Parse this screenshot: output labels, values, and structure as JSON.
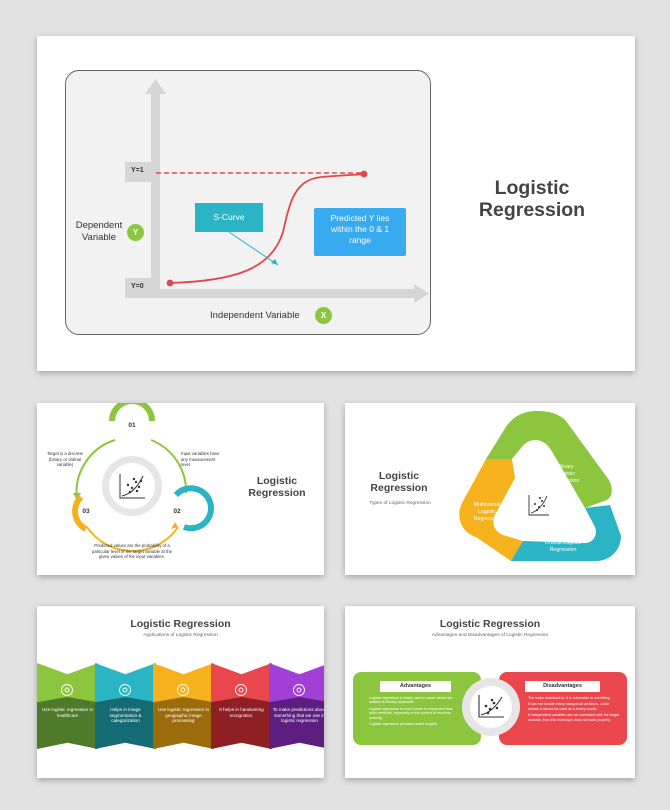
{
  "slide1": {
    "title": "Logistic Regression",
    "y_top": "Y=1",
    "y_bottom": "Y=0",
    "dependent": "Dependent Variable",
    "y_badge": "Y",
    "independent": "Independent Variable",
    "x_badge": "X",
    "s_curve": "S-Curve",
    "predicted": "Predicted Y lies within the 0 & 1 range",
    "colors": {
      "accent_red": "#e0474c",
      "teal": "#2bb5c4",
      "blue": "#37aaf0",
      "green": "#8cc63f"
    }
  },
  "slide2": {
    "title": "Logistic Regression",
    "step1": "01",
    "step2": "02",
    "step3": "03",
    "note_left": "Target is a discrete (binary or ordinal variable)",
    "note_right": "Input variables have any measurement level",
    "note_bottom": "Predicted values are the probability of a particular level of the target variable at the given values of the input variables."
  },
  "slide3": {
    "title": "Logistic Regression",
    "subtitle": "Types of Logistic Regression",
    "binary": "Binary Logistic Regression",
    "multinomial": "Multinomial Logistic Regression",
    "ordinal": "Ordinal Logistic Regression"
  },
  "slide4": {
    "title": "Logistic Regression",
    "subtitle": "Applications of Logistic Regression",
    "items": [
      {
        "text": "Use logistic regression in healthcare",
        "color": "#8cc63f",
        "dark": "#4e7a2a",
        "icon": "healthcare-icon"
      },
      {
        "text": "Helps in image segmentation & categorization",
        "color": "#2bb5c4",
        "dark": "#156b73",
        "icon": "image-icon"
      },
      {
        "text": "Use logistic regression in geographic image processing",
        "color": "#f6b21d",
        "dark": "#9a6c0c",
        "icon": "geographic-icon"
      },
      {
        "text": "It helps in handwriting recognition.",
        "color": "#e9474d",
        "dark": "#8e1f22",
        "icon": "handwriting-icon"
      },
      {
        "text": "To make predictions about something that we use in logistic regression",
        "color": "#a23fd6",
        "dark": "#5c1f80",
        "icon": "prediction-icon"
      }
    ]
  },
  "slide5": {
    "title": "Logistic Regression",
    "subtitle": "Advantages and Disadvantages of Logistic Regression",
    "advantages_label": "Advantages",
    "disadvantages_label": "Disadvantages",
    "advantages": [
      "Logistic regression is easily used in cases where the dataset is linearly separable.",
      "Logistic regression is much easier to implement than other methods, especially in the context of machine learning.",
      "Logistic regression provides useful insights."
    ],
    "disadvantages": [
      "The major drawback is, it is vulnerable to overfitting.",
      "It can not handle many categorical variables, which means it cannot be used as a heavy model.",
      "If independent variables are not correlated with the target variable, then this technique does not work properly."
    ]
  }
}
